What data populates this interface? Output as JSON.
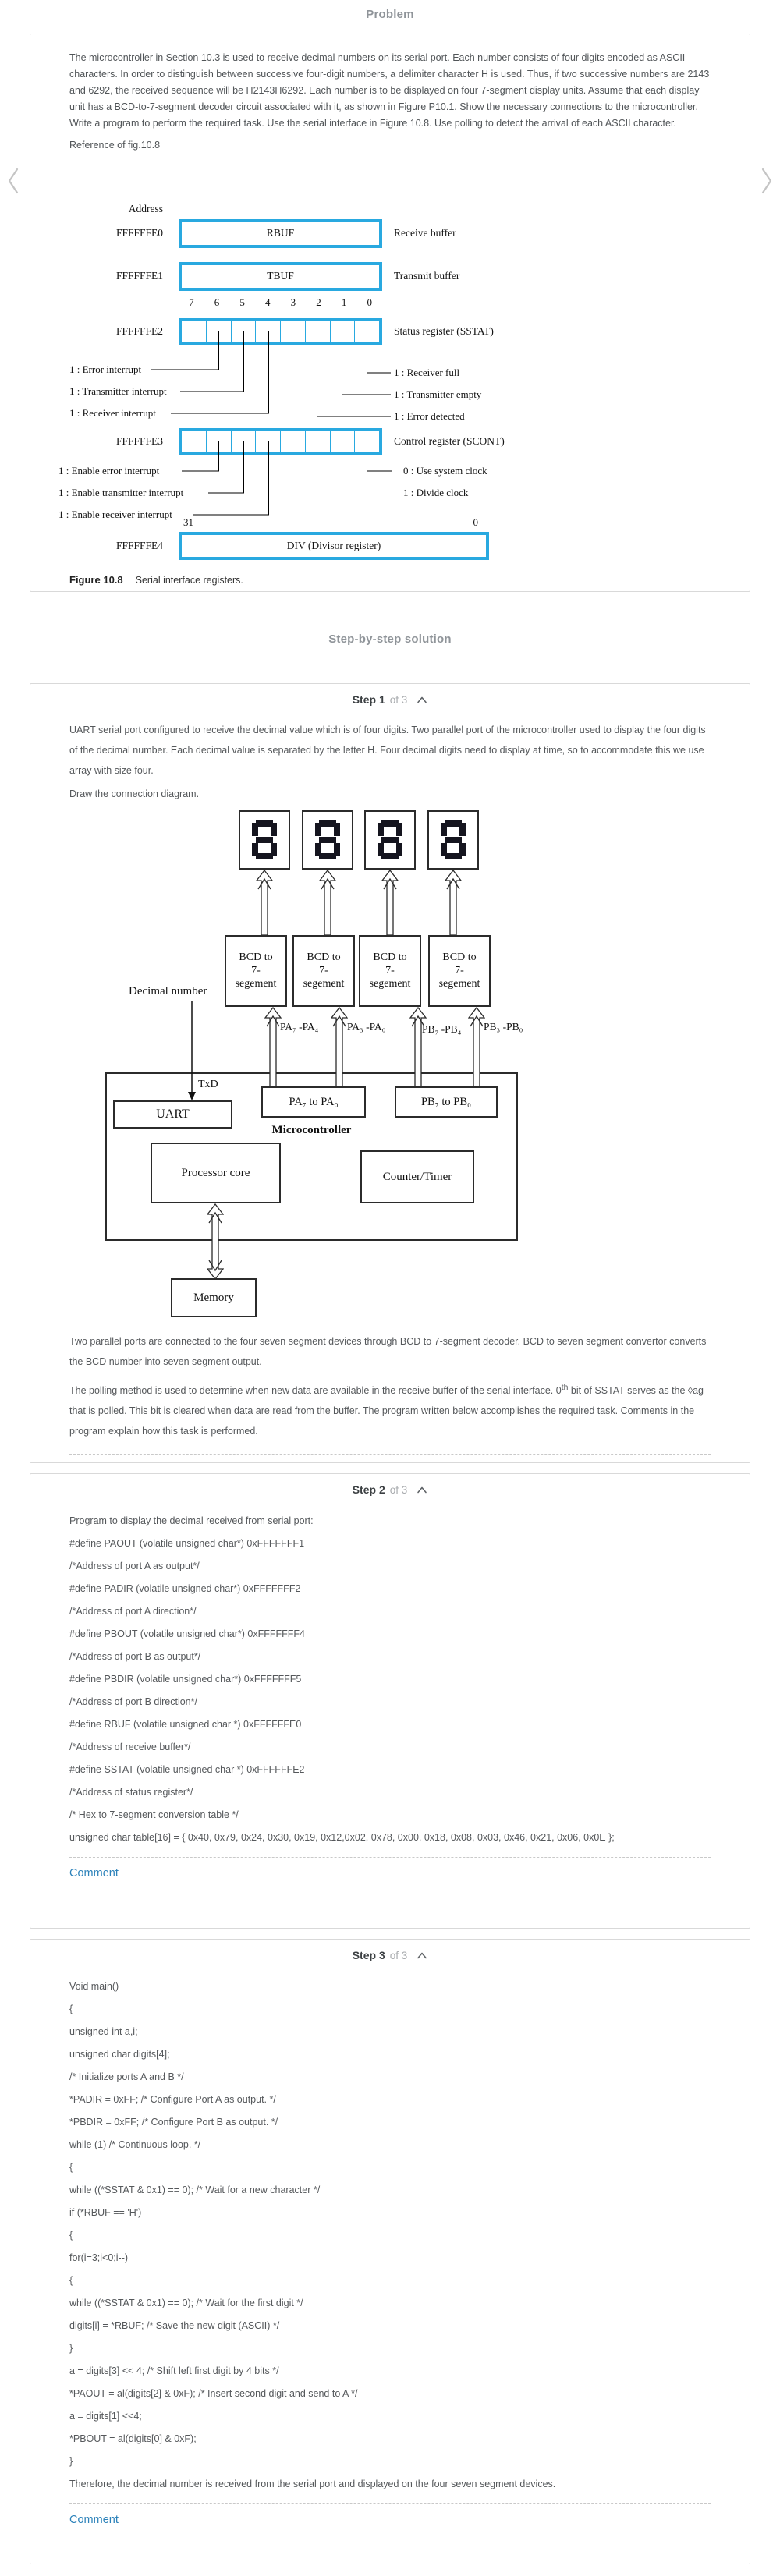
{
  "page": {
    "problem_heading": "Problem",
    "solution_heading": "Step-by-step solution",
    "comment_label": "Comment"
  },
  "problem": {
    "text": "The microcontroller in Section 10.3 is used to receive decimal numbers on its serial port. Each number consists of four digits encoded as ASCII characters. In order to distinguish between successive four-digit numbers, a delimiter character H is used. Thus, if two successive numbers are 2143 and 6292, the received sequence will be H2143H6292. Each number is to be displayed on four 7-segment display units. Assume that each display unit has a BCD-to-7-segment decoder circuit associated with it, as shown in Figure P10.1. Show the necessary connections to the microcontroller. Write a program to perform the required task. Use the serial interface in Figure 10.8. Use polling to detect the arrival of each ASCII character.",
    "reference": "Reference of fig.10.8",
    "figure": {
      "address_heading": "Address",
      "registers": [
        {
          "address": "FFFFFFE0",
          "label": "RBUF",
          "desc": "Receive buffer"
        },
        {
          "address": "FFFFFFE1",
          "label": "TBUF",
          "desc": "Transmit buffer"
        }
      ],
      "bit_numbers": [
        "7",
        "6",
        "5",
        "4",
        "3",
        "2",
        "1",
        "0"
      ],
      "sstat": {
        "address": "FFFFFFE2",
        "desc": "Status register (SSTAT)",
        "left_labels": [
          "1 : Error interrupt",
          "1 : Transmitter interrupt",
          "1 : Receiver interrupt"
        ],
        "right_labels": [
          "1 : Receiver full",
          "1 : Transmitter empty",
          "1 : Error detected"
        ]
      },
      "scont": {
        "address": "FFFFFFE3",
        "desc": "Control register (SCONT)",
        "left_labels": [
          "1 : Enable error interrupt",
          "1 : Enable transmitter interrupt",
          "1 : Enable receiver interrupt"
        ],
        "right_labels": [
          "0 : Use system clock",
          "1 : Divide clock"
        ]
      },
      "div": {
        "address": "FFFFFFE4",
        "label": "DIV (Divisor register)",
        "bit_high": "31",
        "bit_low": "0"
      },
      "caption_bold": "Figure 10.8",
      "caption": "Serial interface registers."
    }
  },
  "steps": [
    {
      "title": "Step 1",
      "of": "of 3",
      "p1": "UART serial port configured to receive the decimal value which is of four digits. Two parallel port of the microcontroller used to display the four digits of the decimal number. Each decimal value is separated by the letter H. Four decimal digits need to display at time, so to accommodate this we use array with size four.",
      "p2": "Draw the connection diagram.",
      "diagram": {
        "bcd_lines": [
          "BCD to",
          "7-",
          "segement"
        ],
        "decimal_number": "Decimal number",
        "txd": "TxD",
        "uart": "UART",
        "port_a": "PA₇  to  PA₀",
        "port_b": "PB₇  to  PB₀",
        "bus_labels": [
          "PA₇ -PA₄",
          "PA₃ -PA₀",
          "PB₇ -PB₄",
          "PB₃ -PB₀"
        ],
        "microcontroller": "Microcontroller",
        "processor_core": "Processor core",
        "counter_timer": "Counter/Timer",
        "memory": "Memory"
      },
      "p3": "Two parallel ports are connected to the four seven segment devices through BCD to 7-segment decoder. BCD to seven segment convertor converts the BCD number into seven segment output.",
      "p4_before": "The polling method is used to determine when new data are available in the receive buffer of the serial interface. 0",
      "p4_sup": "th",
      "p4_after": " bit of SSTAT serves as the ◊ag that is polled. This bit is cleared when data are read from the buffer. The program written below accomplishes the required task. Comments in the program explain how this task is performed."
    },
    {
      "title": "Step 2",
      "of": "of 3",
      "lines": [
        "Program to display the decimal received from serial port:",
        "#define PAOUT (volatile unsigned char*) 0xFFFFFFF1",
        "/*Address of port A as output*/",
        "#define PADIR (volatile unsigned char*) 0xFFFFFFF2",
        "/*Address of port A direction*/",
        "#define PBOUT (volatile unsigned char*) 0xFFFFFFF4",
        "/*Address of port B as output*/",
        "#define PBDIR (volatile unsigned char*) 0xFFFFFFF5",
        "/*Address of port B direction*/",
        "#define RBUF (volatile unsigned char *) 0xFFFFFFE0",
        "/*Address of receive buffer*/",
        "#define SSTAT (volatile unsigned char *) 0xFFFFFFE2",
        "/*Address of status register*/",
        "/* Hex to 7-segment conversion table */",
        "unsigned char table[16] = { 0x40, 0x79, 0x24, 0x30, 0x19, 0x12,0x02, 0x78, 0x00, 0x18, 0x08, 0x03, 0x46, 0x21, 0x06, 0x0E };"
      ]
    },
    {
      "title": "Step 3",
      "of": "of 3",
      "lines": [
        "Void main()",
        "{",
        "unsigned int a,i;",
        "unsigned char digits[4];",
        "/* Initialize ports A and B */",
        "*PADIR = 0xFF; /* Configure Port A as output. */",
        "*PBDIR = 0xFF; /* Configure Port B as output. */",
        "while (1) /* Continuous loop. */",
        "{",
        "while ((*SSTAT & 0x1) == 0); /* Wait for a new character */",
        "if (*RBUF == 'H')",
        "{",
        "for(i=3;i<0;i--)",
        "{",
        "while ((*SSTAT & 0x1) == 0); /* Wait for the first digit */",
        "digits[i] = *RBUF; /* Save the new digit (ASCII) */",
        "}",
        "a = digits[3] << 4; /* Shift left first digit by 4 bits */",
        "*PAOUT = al(digits[2] & 0xF); /* Insert second digit and send to A */",
        "a = digits[1] <<4;",
        "*PBOUT = al(digits[0] & 0xF);",
        "}"
      ],
      "closing": "Therefore, the decimal number is received from the serial port and displayed on the four seven segment devices."
    }
  ]
}
